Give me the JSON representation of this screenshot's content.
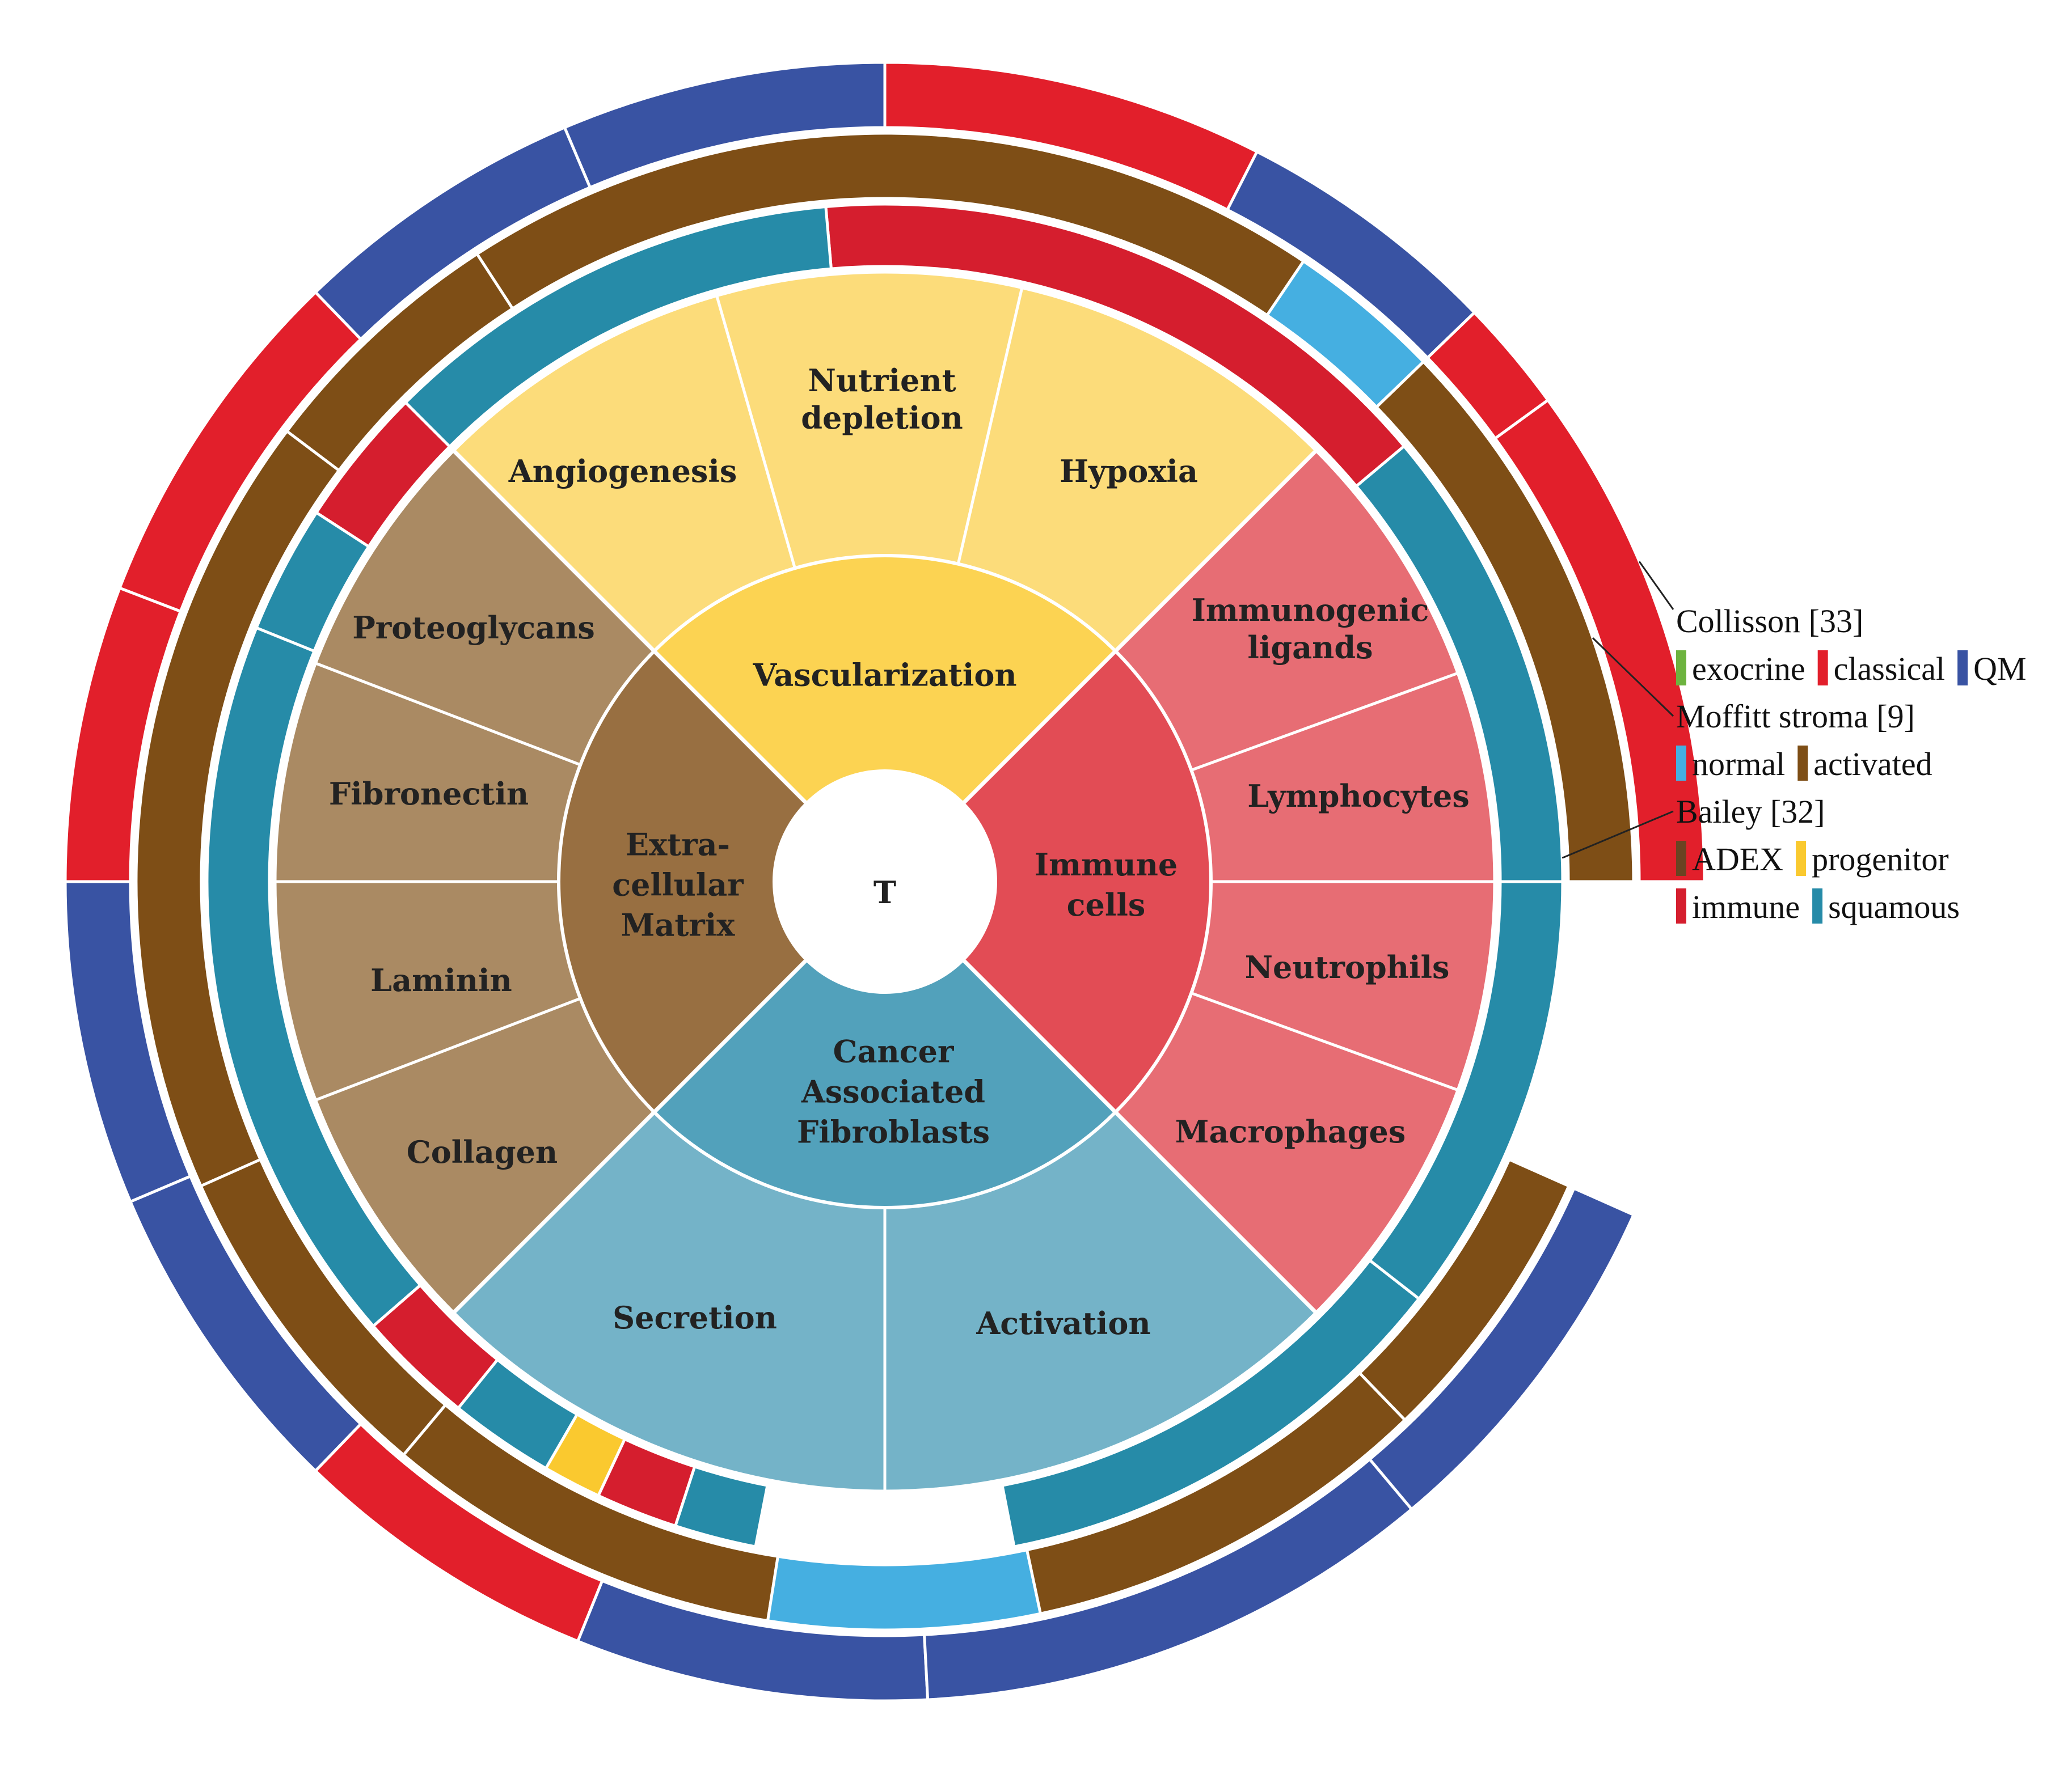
{
  "center": {
    "label": "T"
  },
  "categories": [
    {
      "id": "vascularization",
      "label_lines": [
        "Vascularization"
      ],
      "color": "#FCD352",
      "sub_color": "#FCDC7A",
      "subs": [
        [
          "Angiogenesis"
        ],
        [
          "Nutrient",
          "depletion"
        ],
        [
          "Hypoxia"
        ]
      ]
    },
    {
      "id": "immune",
      "label_lines": [
        "Immune",
        "cells"
      ],
      "color": "#E24C55",
      "sub_color": "#E76D74",
      "subs": [
        [
          "Immunogenic",
          "ligands"
        ],
        [
          "Lymphocytes"
        ],
        [
          "Neutrophils"
        ],
        [
          "Macrophages"
        ]
      ]
    },
    {
      "id": "caf",
      "label_lines": [
        "Cancer",
        "Associated",
        "Fibroblasts"
      ],
      "color": "#52A1BB",
      "sub_color": "#74B3C8",
      "subs": [
        [
          "Activation"
        ],
        [
          "Secretion"
        ]
      ]
    },
    {
      "id": "ecm",
      "label_lines": [
        "Extra-",
        "cellular",
        "Matrix"
      ],
      "color": "#986F41",
      "sub_color": "#AA8A63",
      "subs": [
        [
          "Collagen"
        ],
        [
          "Laminin"
        ],
        [
          "Fibronectin"
        ],
        [
          "Proteoglycans"
        ]
      ]
    }
  ],
  "colors": {
    "exocrine": "#6DB33F",
    "classical": "#E21F2B",
    "qm": "#3953A3",
    "normal": "#45AFE1",
    "activated": "#7E4E16",
    "adex": "#6B4322",
    "progenitor": "#FAC92F",
    "immune": "#D51E2E",
    "squamous": "#268BA8"
  },
  "rings": {
    "bailey": [
      {
        "from": 0,
        "to": 40,
        "cls": "squamous"
      },
      {
        "from": 40,
        "to": 95,
        "cls": "immune"
      },
      {
        "from": 95,
        "to": 135,
        "cls": "squamous"
      },
      {
        "from": 135,
        "to": 147,
        "cls": "immune"
      },
      {
        "from": 147,
        "to": 158,
        "cls": "squamous"
      },
      {
        "from": 158,
        "to": 221,
        "cls": "squamous"
      },
      {
        "from": 221,
        "to": 231,
        "cls": "immune"
      },
      {
        "from": 231,
        "to": 240,
        "cls": "squamous"
      },
      {
        "from": 240,
        "to": 245,
        "cls": "progenitor"
      },
      {
        "from": 245,
        "to": 252,
        "cls": "immune"
      },
      {
        "from": 252,
        "to": 259,
        "cls": "squamous"
      },
      {
        "from": 281,
        "to": 322,
        "cls": "squamous"
      },
      {
        "from": 322,
        "to": 360,
        "cls": "squamous"
      }
    ],
    "moffitt": [
      {
        "from": 0,
        "to": 44,
        "cls": "activated"
      },
      {
        "from": 44,
        "to": 56,
        "cls": "normal"
      },
      {
        "from": 56,
        "to": 123,
        "cls": "activated"
      },
      {
        "from": 123,
        "to": 143,
        "cls": "activated"
      },
      {
        "from": 143,
        "to": 204,
        "cls": "activated"
      },
      {
        "from": 204,
        "to": 230,
        "cls": "activated"
      },
      {
        "from": 230,
        "to": 261,
        "cls": "activated"
      },
      {
        "from": 261,
        "to": 282,
        "cls": "normal"
      },
      {
        "from": 282,
        "to": 314,
        "cls": "activated"
      },
      {
        "from": 314,
        "to": 336,
        "cls": "activated"
      }
    ],
    "collisson": [
      {
        "from": 0,
        "to": 36,
        "cls": "classical"
      },
      {
        "from": 36,
        "to": 44,
        "cls": "classical"
      },
      {
        "from": 44,
        "to": 63,
        "cls": "qm"
      },
      {
        "from": 63,
        "to": 90,
        "cls": "classical"
      },
      {
        "from": 90,
        "to": 113,
        "cls": "qm"
      },
      {
        "from": 113,
        "to": 134,
        "cls": "qm"
      },
      {
        "from": 134,
        "to": 159,
        "cls": "classical"
      },
      {
        "from": 159,
        "to": 180,
        "cls": "classical"
      },
      {
        "from": 180,
        "to": 203,
        "cls": "qm"
      },
      {
        "from": 203,
        "to": 226,
        "cls": "qm"
      },
      {
        "from": 226,
        "to": 248,
        "cls": "classical"
      },
      {
        "from": 248,
        "to": 273,
        "cls": "qm"
      },
      {
        "from": 273,
        "to": 310,
        "cls": "qm"
      },
      {
        "from": 310,
        "to": 336,
        "cls": "qm"
      }
    ]
  },
  "legend": {
    "groups": [
      {
        "title": "Collisson [33]",
        "rows": [
          [
            {
              "label": "exocrine",
              "cls": "exocrine"
            },
            {
              "label": "classical",
              "cls": "classical"
            },
            {
              "label": "QM",
              "cls": "qm"
            }
          ]
        ]
      },
      {
        "title": "Moffitt stroma [9]",
        "rows": [
          [
            {
              "label": "normal",
              "cls": "normal"
            },
            {
              "label": "activated",
              "cls": "activated"
            }
          ]
        ]
      },
      {
        "title": "Bailey [32]",
        "rows": [
          [
            {
              "label": "ADEX",
              "cls": "adex"
            },
            {
              "label": "progenitor",
              "cls": "progenitor"
            }
          ],
          [
            {
              "label": "immune",
              "cls": "immune"
            },
            {
              "label": "squamous",
              "cls": "squamous"
            }
          ]
        ]
      }
    ]
  }
}
